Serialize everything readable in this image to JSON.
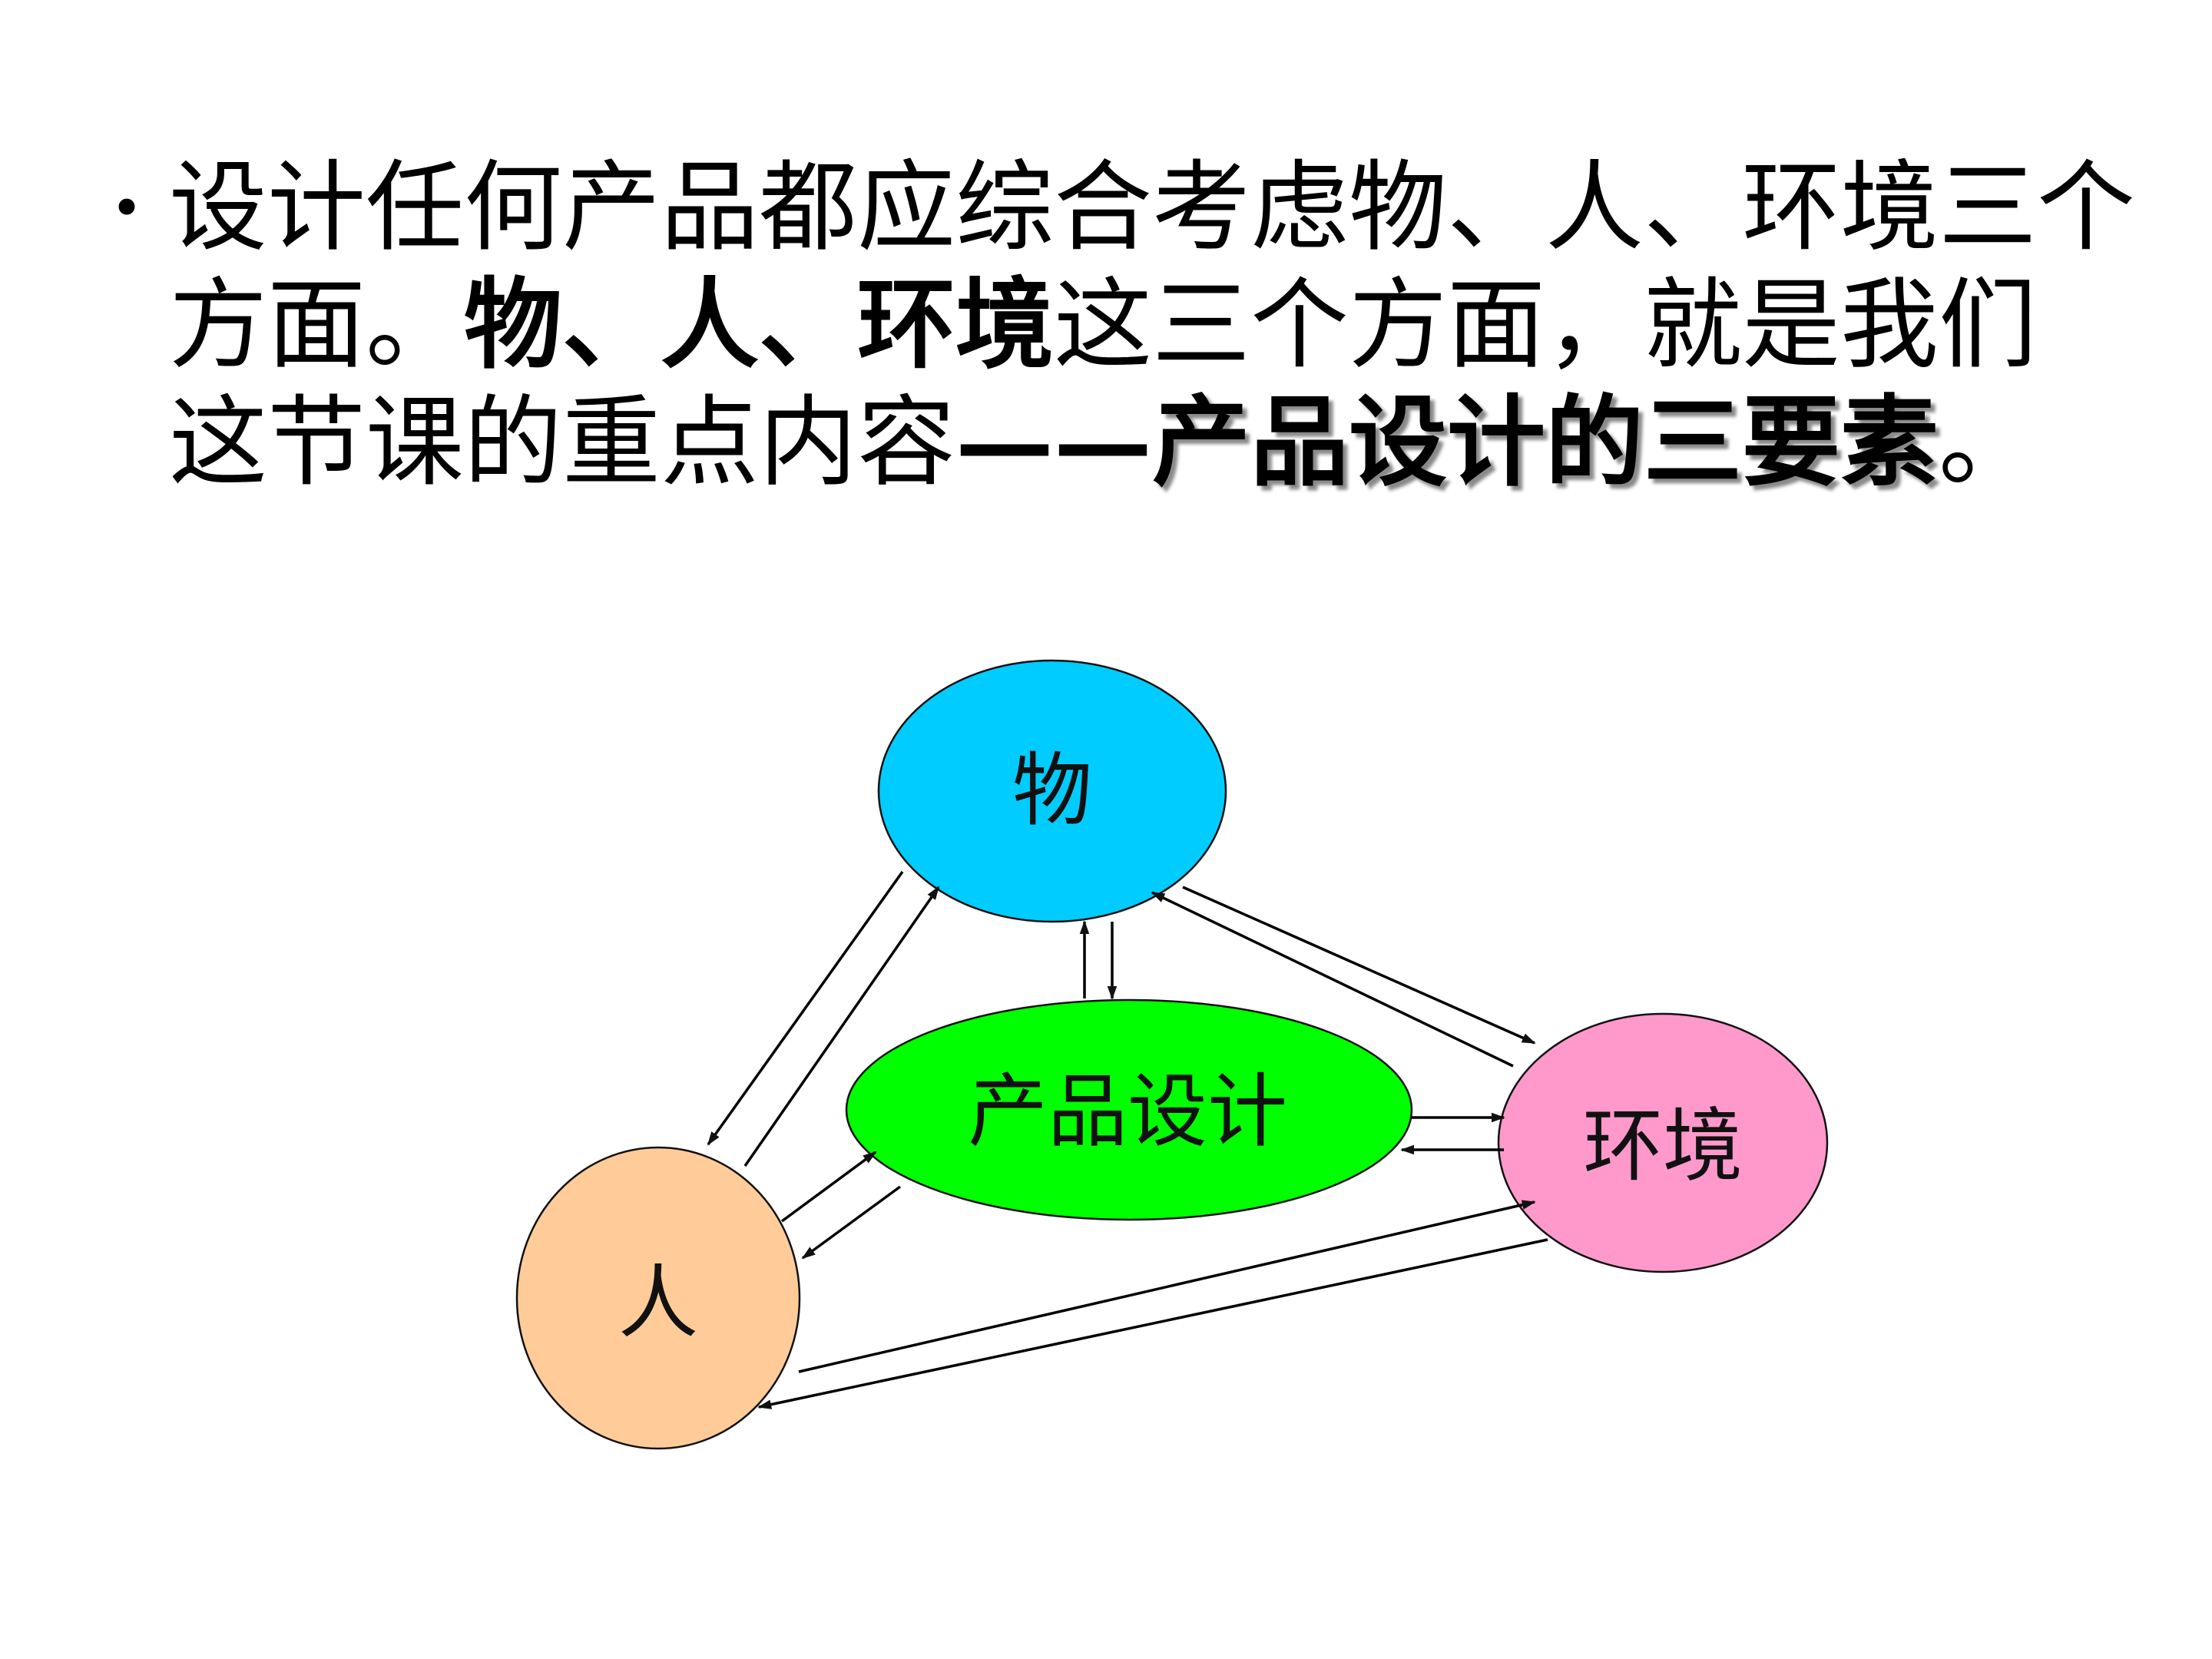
{
  "text": {
    "bullet_glyph": "•",
    "part1": "设计任何产品都应综合考虑物、人、环境三个方面。",
    "bold1": "物、人、环境",
    "part2": "这三个方面，就是我们这节课的重点内容",
    "dash": "——",
    "bold2": "产品设计的三要素",
    "part3": "。"
  },
  "diagram": {
    "nodes": {
      "wu": {
        "label": "物",
        "color": "#00ccff"
      },
      "ren": {
        "label": "人",
        "color": "#ffcc99"
      },
      "huanjing": {
        "label": "环境",
        "color": "#ff99cc"
      },
      "chanpin": {
        "label": "产品设计",
        "color": "#00ff00"
      }
    },
    "edge_color": "#000000"
  }
}
